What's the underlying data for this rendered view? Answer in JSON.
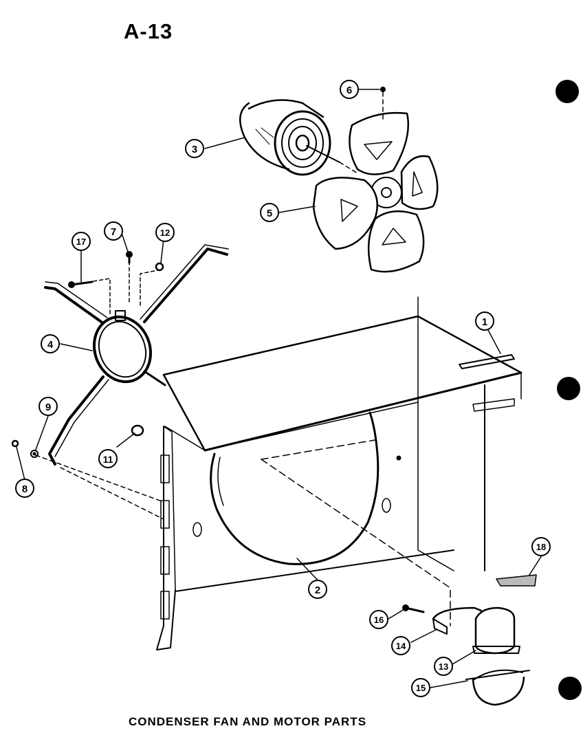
{
  "page_label": "A-13",
  "caption": "CONDENSER FAN AND MOTOR PARTS",
  "callouts": [
    {
      "id": "c1",
      "label": "1"
    },
    {
      "id": "c2",
      "label": "2"
    },
    {
      "id": "c3",
      "label": "3"
    },
    {
      "id": "c4",
      "label": "4"
    },
    {
      "id": "c5",
      "label": "5"
    },
    {
      "id": "c6",
      "label": "6"
    },
    {
      "id": "c7",
      "label": "7"
    },
    {
      "id": "c8",
      "label": "8"
    },
    {
      "id": "c9",
      "label": "9"
    },
    {
      "id": "c11",
      "label": "11"
    },
    {
      "id": "c12",
      "label": "12"
    },
    {
      "id": "c13",
      "label": "13"
    },
    {
      "id": "c14",
      "label": "14"
    },
    {
      "id": "c15",
      "label": "15"
    },
    {
      "id": "c16",
      "label": "16"
    },
    {
      "id": "c17",
      "label": "17"
    },
    {
      "id": "c18",
      "label": "18"
    }
  ]
}
